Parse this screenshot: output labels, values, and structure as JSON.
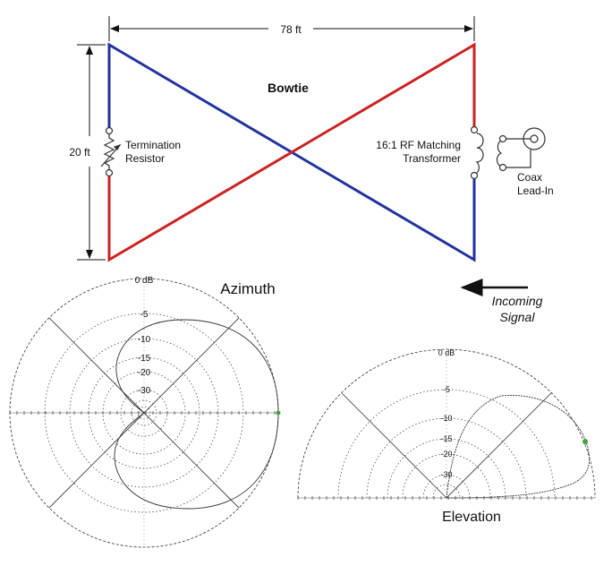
{
  "antenna": {
    "title": "Bowtie",
    "width_label": "78 ft",
    "height_label": "20 ft",
    "resistor_label": [
      "Termination",
      "Resistor"
    ],
    "transformer_label": [
      "16:1 RF Matching",
      "Transformer"
    ],
    "coax_label": [
      "Coax",
      "Lead-In"
    ],
    "signal_label": [
      "Incoming",
      "Signal"
    ],
    "colors": {
      "blue": "#2233a0",
      "red": "#cc2222"
    }
  },
  "azimuth": {
    "title": "Azimuth",
    "ring_labels": [
      "0 dB",
      "-5",
      "-10",
      "-15",
      "-20",
      "-30"
    ]
  },
  "elevation": {
    "title": "Elevation",
    "ring_labels": [
      "0 dB",
      "-5",
      "-10",
      "-15",
      "-20",
      "-30"
    ]
  },
  "marker_color": "#3aa63a"
}
